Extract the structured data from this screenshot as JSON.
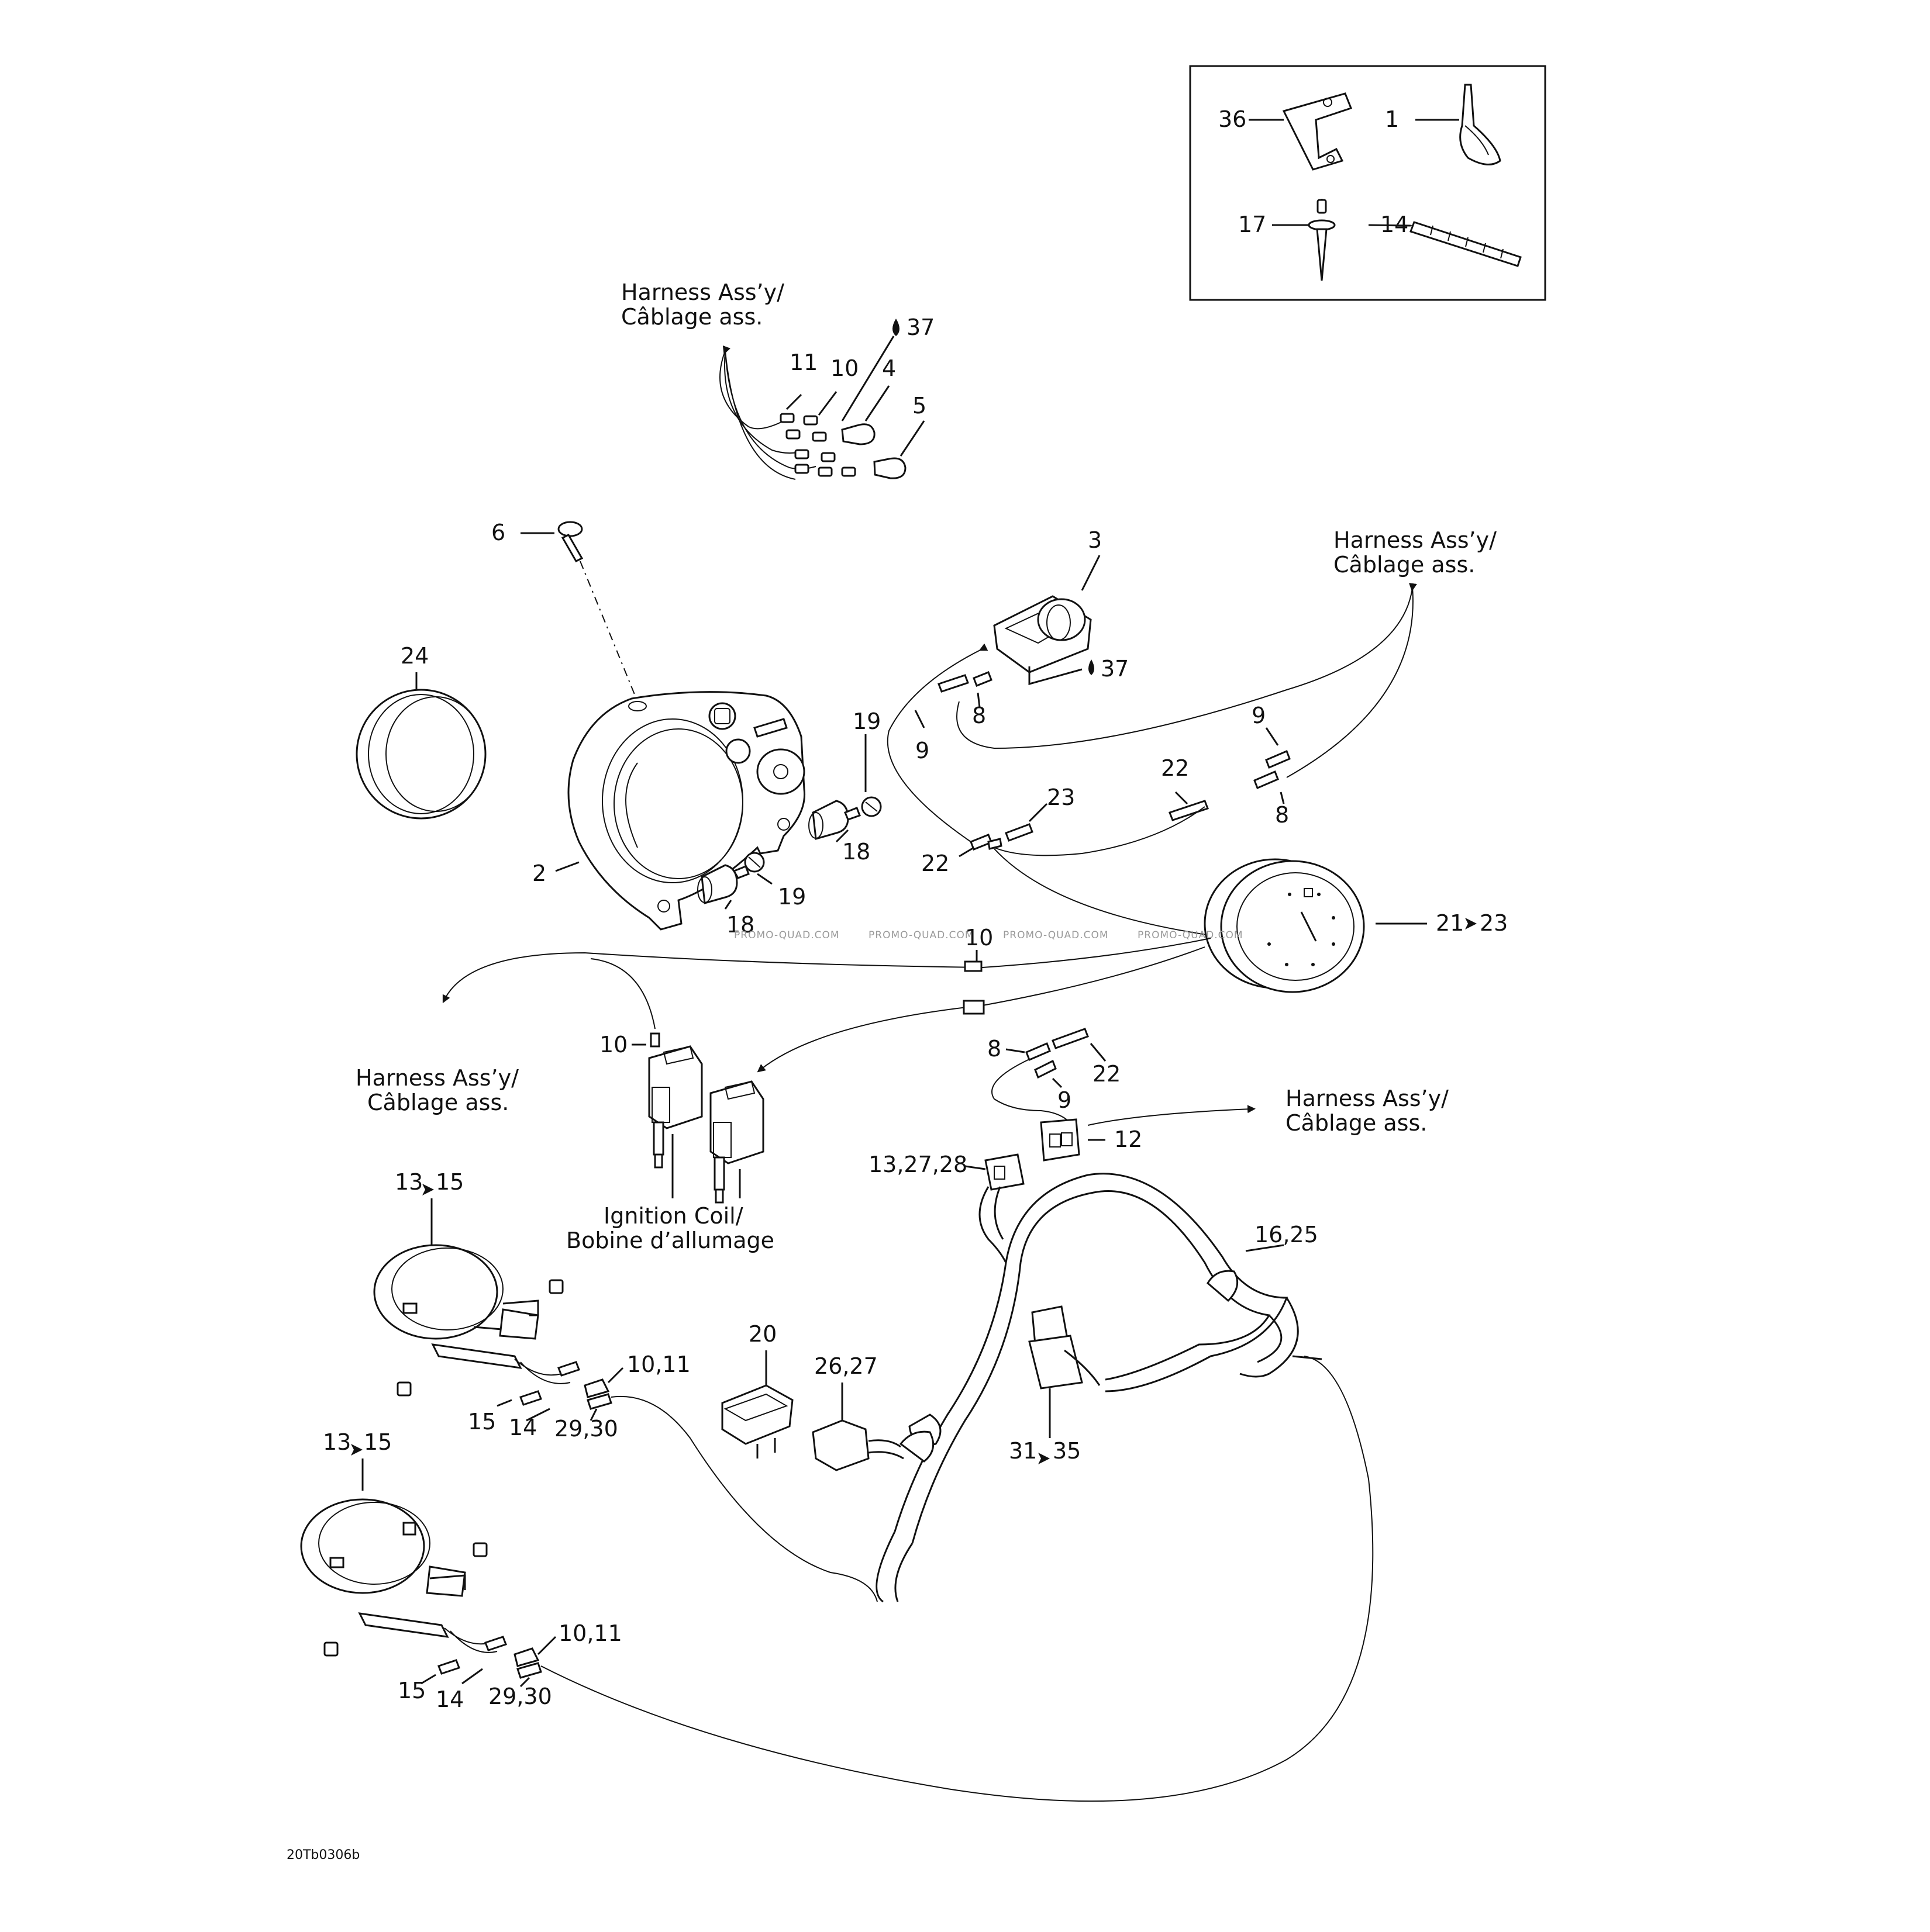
{
  "labels": {
    "inset_36": "36",
    "inset_1": "1",
    "inset_17": "17",
    "inset_14": "14",
    "top_11": "11",
    "top_10": "10",
    "top_4": "4",
    "top_37": "37",
    "top_5": "5",
    "n6": "6",
    "n3": "3",
    "n37b": "37",
    "n24": "24",
    "n2": "2",
    "n19a": "19",
    "n18a": "18",
    "n19b": "19",
    "n18b": "18",
    "n8a": "8",
    "n9a": "9",
    "n9b": "9",
    "n8b": "8",
    "n22a": "22",
    "n23": "23",
    "n22b": "22",
    "n21": "21",
    "n23b": "23",
    "n10a": "10",
    "n10b": "10",
    "n8c": "8",
    "n22c": "22",
    "n9c": "9",
    "n12": "12",
    "n13_27_28": "13,27,28",
    "n16_25": "16,25",
    "n13a": "13",
    "n15a": "15",
    "n13b": "13",
    "n15b": "15",
    "n20": "20",
    "n26_27": "26,27",
    "n31": "31",
    "n35": "35",
    "n15c": "15",
    "n14a": "14",
    "n29_30a": "29,30",
    "n10_11a": "10,11",
    "n15d": "15",
    "n14b": "14",
    "n29_30b": "29,30",
    "n10_11b": "10,11"
  },
  "callouts": {
    "harness_1_l1": "Harness Ass’y/",
    "harness_1_l2": "Câblage ass.",
    "harness_2_l1": "Harness Ass’y/",
    "harness_2_l2": "Câblage ass.",
    "harness_3_l1": "Harness Ass’y/",
    "harness_3_l2": "Câblage ass.",
    "harness_4_l1": "Harness Ass’y/",
    "harness_4_l2": "Câblage ass.",
    "coil_l1": "Ignition Coil/",
    "coil_l2": "Bobine d’allumage"
  },
  "watermark": "PROMO-QUAD.COM",
  "drawing_code": "20Tb0306b"
}
